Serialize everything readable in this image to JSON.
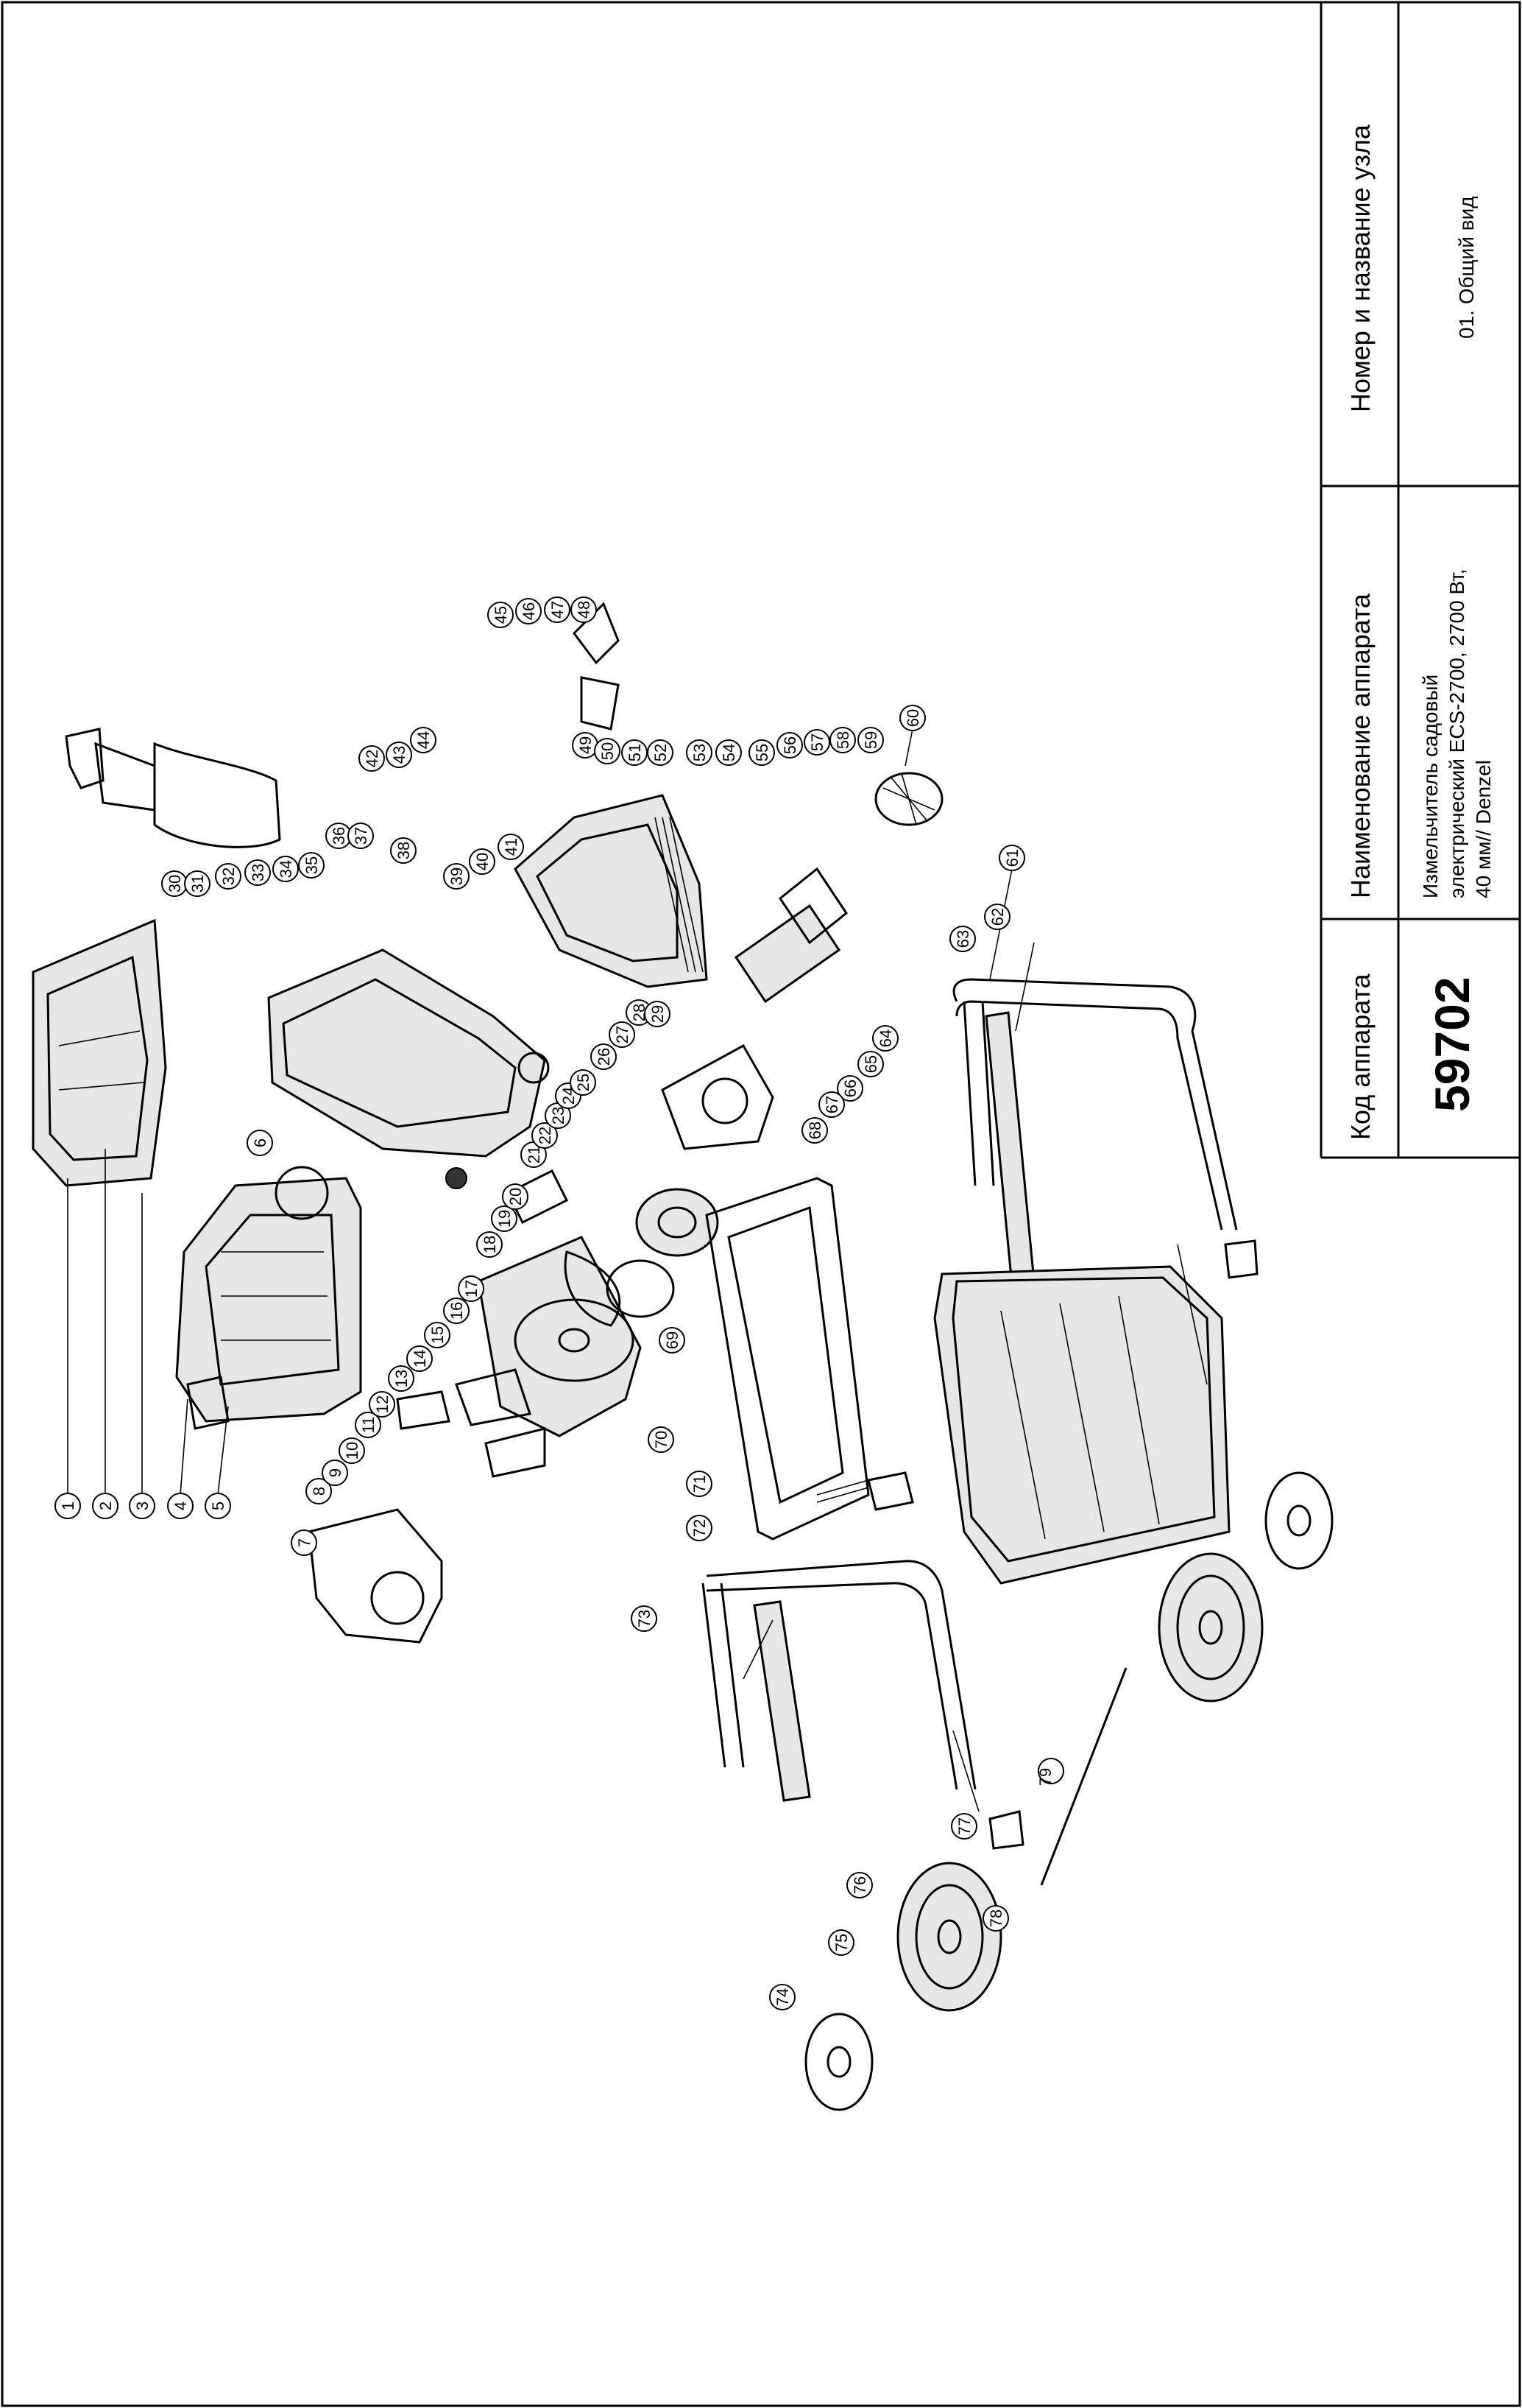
{
  "title_block": {
    "code_header": "Код аппарата",
    "code_value": "59702",
    "name_header": "Наименование аппарата",
    "name_lines": [
      "Измельчитель садовый",
      "электрический ECS-2700, 2700 Вт,",
      "40 мм// Denzel"
    ],
    "unit_header": "Номер и название узла",
    "unit_value": "01. Общий вид"
  },
  "callouts": [
    "1",
    "2",
    "3",
    "4",
    "5",
    "6",
    "7",
    "8",
    "9",
    "10",
    "11",
    "12",
    "13",
    "14",
    "15",
    "16",
    "17",
    "18",
    "19",
    "20",
    "21",
    "22",
    "23",
    "24",
    "25",
    "26",
    "27",
    "28",
    "29",
    "30",
    "31",
    "32",
    "33",
    "34",
    "35",
    "36",
    "37",
    "38",
    "39",
    "40",
    "41",
    "42",
    "43",
    "44",
    "45",
    "46",
    "47",
    "48",
    "49",
    "50",
    "51",
    "52",
    "53",
    "54",
    "55",
    "56",
    "57",
    "58",
    "59",
    "60",
    "61",
    "62",
    "63",
    "64",
    "65",
    "66",
    "67",
    "68",
    "69",
    "70",
    "71",
    "72",
    "73",
    "74",
    "75",
    "76",
    "77",
    "78",
    "79"
  ]
}
